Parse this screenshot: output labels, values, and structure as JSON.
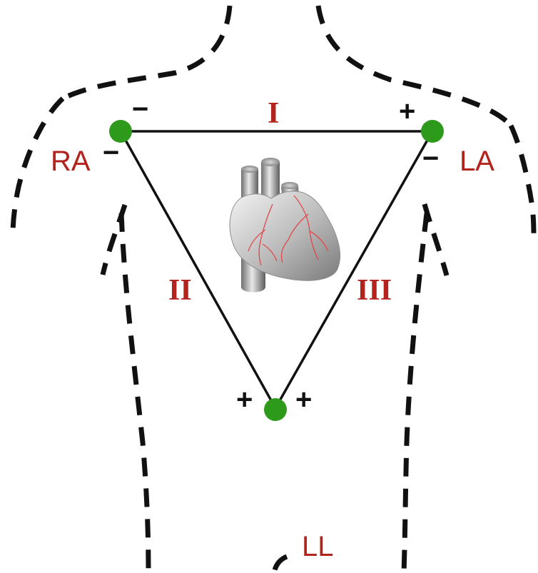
{
  "electrodes": {
    "ra": {
      "label": "RA",
      "sign_top": "−",
      "sign_side": "−"
    },
    "la": {
      "label": "LA",
      "sign_top": "+",
      "sign_side": "−"
    },
    "ll": {
      "label": "LL",
      "sign_left": "+",
      "sign_right": "+"
    }
  },
  "leads": {
    "lead_1": "I",
    "lead_2": "II",
    "lead_3": "III"
  },
  "colors": {
    "electrode": "#2e9a1c",
    "label_red": "#b2231e",
    "line": "#111111",
    "heart_gray": "#a8a8a8",
    "coronary_red": "#e0484a"
  },
  "icons": {
    "heart": "heart-illustration-icon"
  }
}
